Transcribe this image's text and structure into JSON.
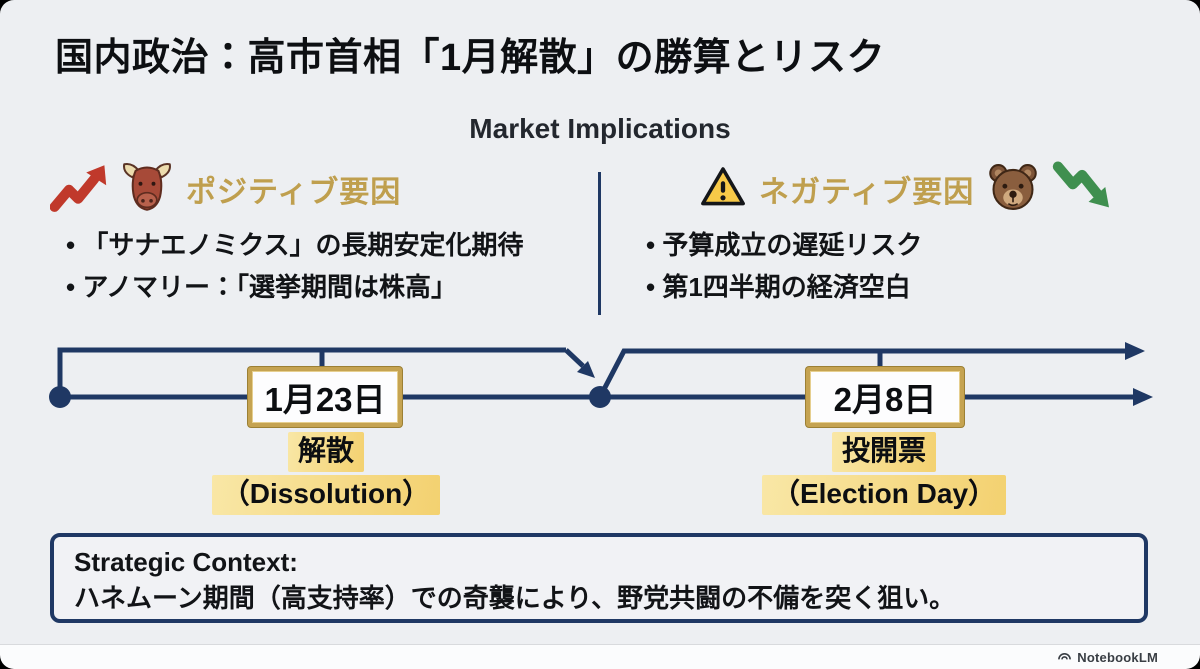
{
  "slide": {
    "title": "国内政治：高市首相「1月解散」の勝算とリスク",
    "section_title": "Market Implications"
  },
  "positive": {
    "label": "ポジティブ要因",
    "bullets": [
      "「サナエノミクス」の長期安定化期待",
      "アノマリー：「選挙期間は株高」"
    ]
  },
  "negative": {
    "label": "ネガティブ要因",
    "bullets": [
      "予算成立の遅延リスク",
      "第1四半期の経済空白"
    ]
  },
  "timeline": {
    "event1": {
      "date": "1月23日",
      "name_jp": "解散",
      "name_en": "（Dissolution）"
    },
    "event2": {
      "date": "2月8日",
      "name_jp": "投開票",
      "name_en": "（Election Day）"
    }
  },
  "strategic": {
    "heading": "Strategic Context:",
    "body": "ハネムーン期間（高支持率）での奇襲により、野党共闘の不備を突く狙い。"
  },
  "footer": {
    "brand": "NotebookLM"
  },
  "icons": {
    "positive_trend": "red-zigzag-up-arrow",
    "bull": "bull-face",
    "warning": "warning-triangle",
    "bear": "bear-face",
    "negative_trend": "green-zigzag-down-arrow",
    "brand_logo": "notebooklm-swirl"
  },
  "colors": {
    "background": "#edeff2",
    "timeline_navy": "#1f3864",
    "gold_text": "#bf9f4e",
    "gold_border": "#c5a351",
    "highlight_yellow": "#f3d170",
    "arrow_red": "#c0392b",
    "arrow_green": "#3f8f4f"
  }
}
